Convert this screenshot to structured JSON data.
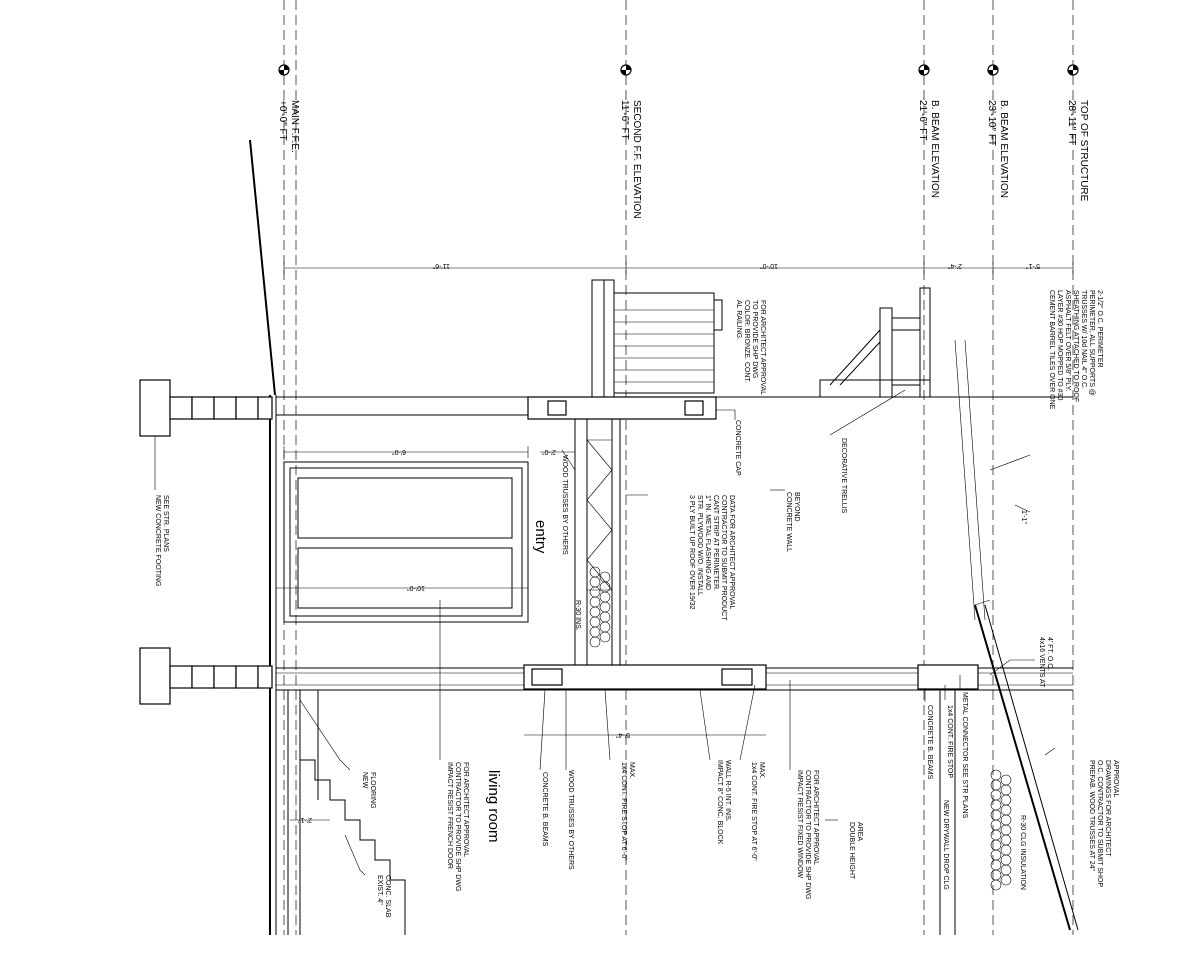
{
  "drawing": {
    "levels": [
      {
        "name": "MAIN F.F.E.",
        "value": "+0'-0\" FT"
      },
      {
        "name": "SECOND F.F. ELEVATION",
        "value": "11'-6\" FT"
      },
      {
        "name": "B. BEAM ELEVATION",
        "value": "21'-6\" FT"
      },
      {
        "name": "B. BEAM ELEVATION",
        "value": "23'-10\" FT"
      },
      {
        "name": "TOP OF STRUCTURE",
        "value": "28'-11\" FT"
      }
    ],
    "dimensions": {
      "d1": "11'-6\"",
      "d2": "10'-0\"",
      "d3": "2'-4\"",
      "d4": "5'-1\"",
      "d5": "6'-0\"",
      "d6": "5'-4\"",
      "d7": "10'-0\"",
      "d8": "2'-0\"",
      "d9": "2'-1\"",
      "d10": "1'-1\""
    },
    "rooms": {
      "entry": "entry",
      "living": "living room"
    },
    "notes": {
      "railing": [
        "AL RAILING.",
        "COLOR: BRONZE. CONT.",
        "TO PROVIDE SHP DWG",
        "FOR ARCHITECT APPROVAL"
      ],
      "tiles": [
        "CEMENT BARREL TILES OVER ONE",
        "LAYER #30 HOP MOPPED TO #30",
        "ASPHALT FELT OVER 5/8\" PLY.",
        "SHEATHING ATTACHED TO ROOF",
        "TRUSSES W/ 10d NAIL 4\" O.C.",
        "PERIMETER, ALL SUPPORTS @",
        "2-1/2\" O.C. PERIMETER"
      ],
      "footing": [
        "NEW CONCRETE FOOTING",
        "SEE STR. PLANS"
      ],
      "trusses_top": [
        "WOOD TRUSSES BY OTHERS"
      ],
      "cap": [
        "CONCRETE CAP"
      ],
      "trellis": [
        "DECORATIVE TRELLIS"
      ],
      "wall_beyond": [
        "CONCRETE WALL",
        "BEYOND"
      ],
      "builtup": [
        "3 PLY BUILT UP ROOF OVER 19/32",
        "STR. PLYWOOD W/O. INSTALL",
        "1\" IN. METAL FLASHING AND",
        "CANT STRIP AT PERIMETER.",
        "CONTRACTOR TO SUBMIT PRODUCT",
        "DATA FOR ARCHITECT APPROVAL"
      ],
      "r30": [
        "R-30 INS."
      ],
      "vents": [
        "4x16 VENTS AT",
        "4' FT. O.C."
      ],
      "prefab": [
        "PREFAB. WOOD TRUSSES AT 24\"",
        "O.C. CONTRACTOR TO SUBMIT SHOP",
        "DRAWINGS FOR ARCHITECT",
        "APPROVAL"
      ],
      "connector": [
        "METAL CONNECTOR SEE STR PLANS"
      ],
      "firestop3": [
        "1x4 CONT. FIRE STOP"
      ],
      "beams_right": [
        "CONCRETE B. BEAMS"
      ],
      "drywall": [
        "NEW DRYWALL DROP CLG"
      ],
      "r30clg": [
        "R-30 CLG INSULATION"
      ],
      "double": [
        "DOUBLE HEIGHT",
        "AREA"
      ],
      "window": [
        "IMPACT RESIST FIXED WINDOW",
        "CONTRACTOR TO PROVIDE SHP DWG",
        "FOR ARCHITECT APPROVAL"
      ],
      "firestop2": [
        "1x4 CONT. FIRE STOP AT 6'-0\"",
        "MAX."
      ],
      "block": [
        "IMPACT 8\" CONC. BLOCK",
        "WALL R-5 INT. INS."
      ],
      "firestop1": [
        "1x4 CONT. FIRE STOP AT 6'-0\"",
        "MAX."
      ],
      "trusses_low": [
        "WOOD TRUSSES BY OTHERS"
      ],
      "beams_low": [
        "CONCRETE B. BEAMS"
      ],
      "door": [
        "IMPACT RESIST FRENCH DOOR",
        "CONTRACTOR TO PROVIDE SHP DWG",
        "FOR ARCHITECT APPROVAL"
      ],
      "flooring": [
        "NEW",
        "FLOORING"
      ],
      "slab": [
        "EXIST. 4\"",
        "CONC. SLAB"
      ]
    }
  }
}
